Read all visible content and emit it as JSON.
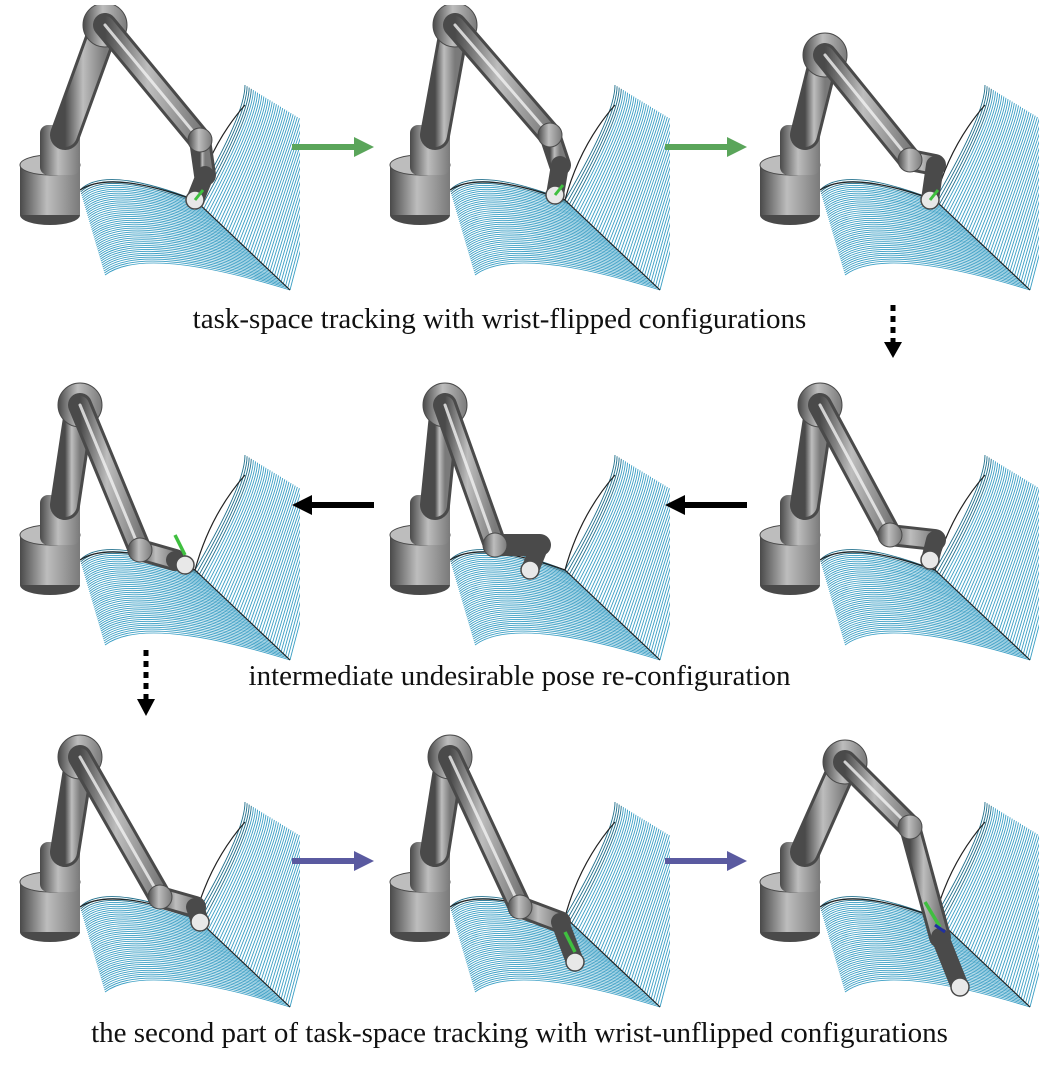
{
  "colors": {
    "surface_line": "#3a9ec4",
    "surface_dark": "#1f6f8c",
    "robot": "#7a7a7a",
    "robot_dark": "#4a4a4a",
    "robot_light": "#bdbdbd",
    "arrow_green": "#5aa55a",
    "arrow_black": "#000000",
    "arrow_blue": "#5a5aa0",
    "tool_green": "#3fbf3f",
    "tool_blue": "#2030a0"
  },
  "captions": {
    "row1": "task-space tracking with wrist-flipped configurations",
    "row2": "intermediate undesirable pose re-configuration",
    "row3": "the second part of task-space tracking with wrist-unflipped configurations"
  },
  "icons": {
    "flow_arrow": "arrow-right-icon",
    "flow_arrow_left": "arrow-left-icon",
    "transition": "dotted-arrow-down-icon"
  }
}
